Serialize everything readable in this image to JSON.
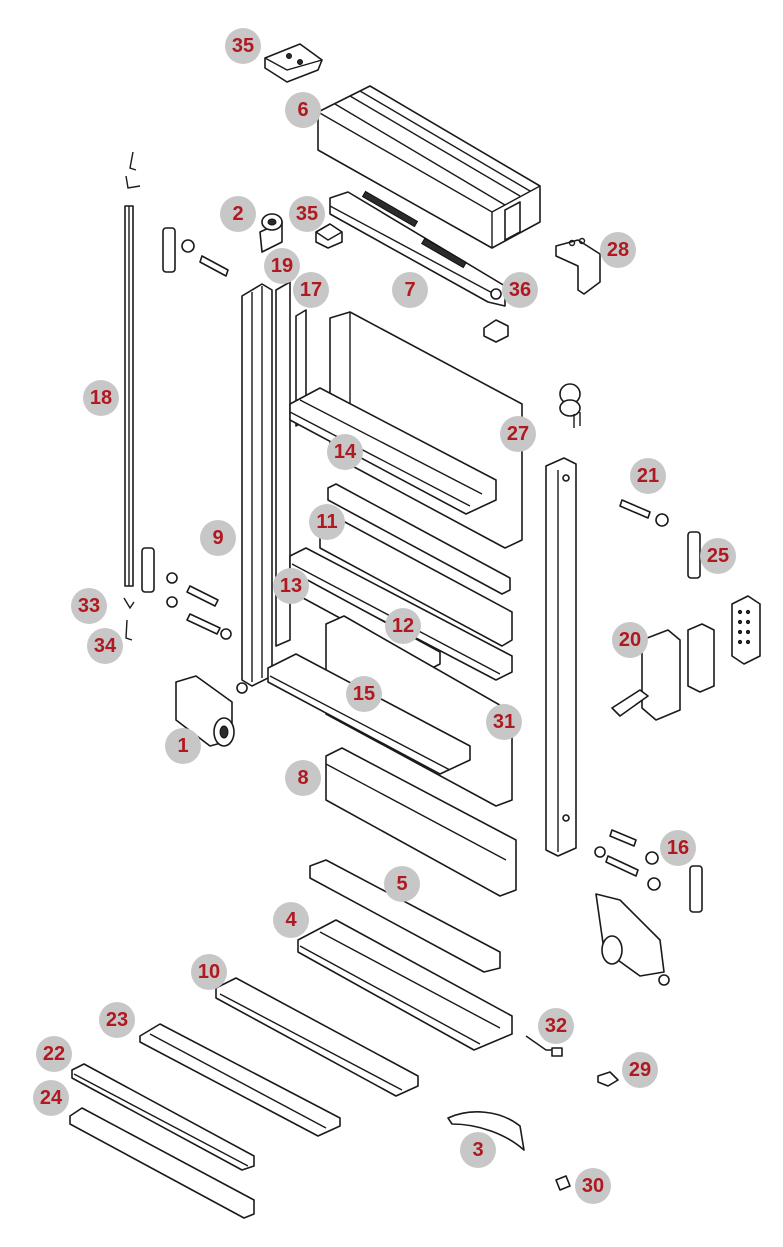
{
  "colors": {
    "badge_background": "#c7c7c7",
    "badge_text": "#b01920",
    "line": "#1a1a1a"
  },
  "callouts": {
    "c1": "1",
    "c2": "2",
    "c3": "3",
    "c4": "4",
    "c5": "5",
    "c6": "6",
    "c7": "7",
    "c8": "8",
    "c9": "9",
    "c10": "10",
    "c11": "11",
    "c12": "12",
    "c13": "13",
    "c14": "14",
    "c15": "15",
    "c16": "16",
    "c17": "17",
    "c18": "18",
    "c19": "19",
    "c20": "20",
    "c21": "21",
    "c22": "22",
    "c23": "23",
    "c24": "24",
    "c25": "25",
    "c27": "27",
    "c28": "28",
    "c29": "29",
    "c30": "30",
    "c31": "31",
    "c32": "32",
    "c33": "33",
    "c34": "34",
    "c35a": "35",
    "c35b": "35",
    "c36": "36"
  }
}
